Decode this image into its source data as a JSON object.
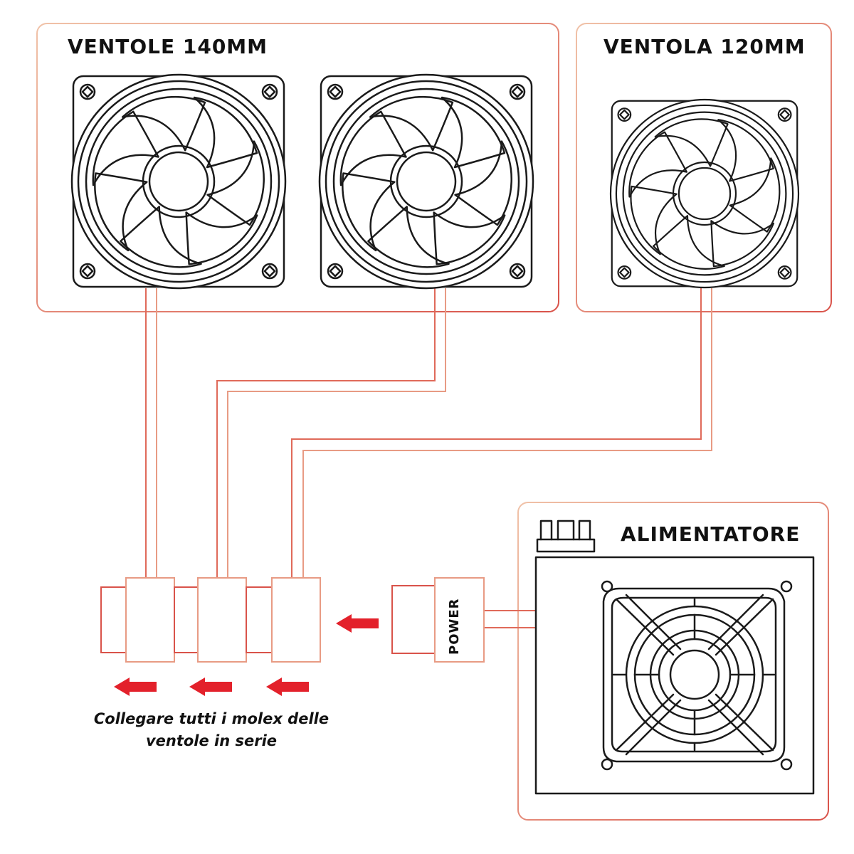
{
  "labels": {
    "fans_140": "VENTOLE 140MM",
    "fan_120": "VENTOLA 120MM",
    "psu": "ALIMENTATORE",
    "power_plug": "POWER",
    "caption_line1": "Collegare tutti i molex delle",
    "caption_line2": "ventole in serie"
  },
  "colors": {
    "frame": "#e0a08e",
    "frame_strong": "#d9534a",
    "wire": "#e06a5a",
    "arrow": "#e3212b",
    "ink": "#1a1a1a"
  },
  "icons": {
    "fan": "fan-icon",
    "psu_fan_grille": "fan-grille-icon",
    "arrow": "arrow-left-icon",
    "psu_connector": "psu-connector-icon"
  }
}
